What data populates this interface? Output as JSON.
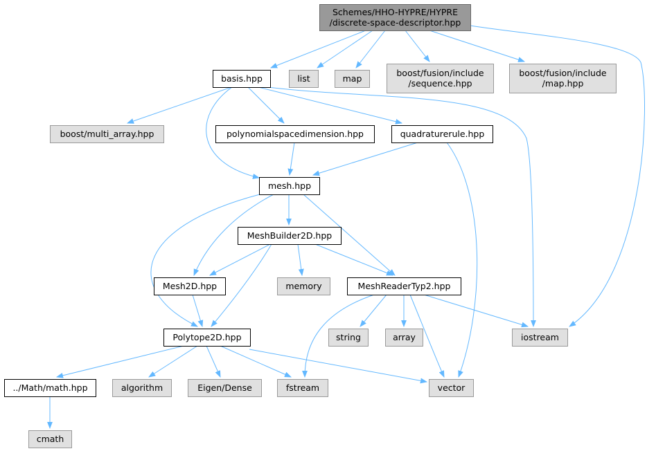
{
  "colors": {
    "edge": "#63b8ff",
    "root_fill": "#999999",
    "root_border": "#666666",
    "doc_fill": "#ffffff",
    "doc_border": "#000000",
    "ext_fill": "#e0e0e0",
    "ext_border": "#999999"
  },
  "nodes": [
    {
      "id": "root",
      "kind": "root",
      "lines": [
        "Schemes/HHO-HYPRE/HYPRE",
        "/discrete-space-descriptor.hpp"
      ]
    },
    {
      "id": "basis",
      "kind": "doc",
      "lines": [
        "basis.hpp"
      ]
    },
    {
      "id": "list",
      "kind": "ext",
      "lines": [
        "list"
      ]
    },
    {
      "id": "map",
      "kind": "ext",
      "lines": [
        "map"
      ]
    },
    {
      "id": "fusion_seq",
      "kind": "ext",
      "lines": [
        "boost/fusion/include",
        "/sequence.hpp"
      ]
    },
    {
      "id": "fusion_map",
      "kind": "ext",
      "lines": [
        "boost/fusion/include",
        "/map.hpp"
      ]
    },
    {
      "id": "multi_array",
      "kind": "ext",
      "lines": [
        "boost/multi_array.hpp"
      ]
    },
    {
      "id": "polydim",
      "kind": "doc",
      "lines": [
        "polynomialspacedimension.hpp"
      ]
    },
    {
      "id": "quadrule",
      "kind": "doc",
      "lines": [
        "quadraturerule.hpp"
      ]
    },
    {
      "id": "mesh",
      "kind": "doc",
      "lines": [
        "mesh.hpp"
      ]
    },
    {
      "id": "meshbuilder",
      "kind": "doc",
      "lines": [
        "MeshBuilder2D.hpp"
      ]
    },
    {
      "id": "mesh2d",
      "kind": "doc",
      "lines": [
        "Mesh2D.hpp"
      ]
    },
    {
      "id": "memory",
      "kind": "ext",
      "lines": [
        "memory"
      ]
    },
    {
      "id": "meshreader",
      "kind": "doc",
      "lines": [
        "MeshReaderTyp2.hpp"
      ]
    },
    {
      "id": "string",
      "kind": "ext",
      "lines": [
        "string"
      ]
    },
    {
      "id": "array",
      "kind": "ext",
      "lines": [
        "array"
      ]
    },
    {
      "id": "iostream",
      "kind": "ext",
      "lines": [
        "iostream"
      ]
    },
    {
      "id": "polytope",
      "kind": "doc",
      "lines": [
        "Polytope2D.hpp"
      ]
    },
    {
      "id": "mathhpp",
      "kind": "doc",
      "lines": [
        "../Math/math.hpp"
      ]
    },
    {
      "id": "algorithm",
      "kind": "ext",
      "lines": [
        "algorithm"
      ]
    },
    {
      "id": "eigen",
      "kind": "ext",
      "lines": [
        "Eigen/Dense"
      ]
    },
    {
      "id": "fstream",
      "kind": "ext",
      "lines": [
        "fstream"
      ]
    },
    {
      "id": "vector",
      "kind": "ext",
      "lines": [
        "vector"
      ]
    },
    {
      "id": "cmath",
      "kind": "ext",
      "lines": [
        "cmath"
      ]
    }
  ],
  "edges": [
    [
      "root",
      "basis"
    ],
    [
      "root",
      "list"
    ],
    [
      "root",
      "map"
    ],
    [
      "root",
      "fusion_seq"
    ],
    [
      "root",
      "fusion_map"
    ],
    [
      "root",
      "iostream"
    ],
    [
      "basis",
      "multi_array"
    ],
    [
      "basis",
      "polydim"
    ],
    [
      "basis",
      "quadrule"
    ],
    [
      "basis",
      "mesh"
    ],
    [
      "basis",
      "iostream"
    ],
    [
      "polydim",
      "mesh"
    ],
    [
      "quadrule",
      "mesh"
    ],
    [
      "quadrule",
      "vector"
    ],
    [
      "mesh",
      "meshbuilder"
    ],
    [
      "mesh",
      "mesh2d"
    ],
    [
      "mesh",
      "meshreader"
    ],
    [
      "mesh",
      "polytope"
    ],
    [
      "meshbuilder",
      "mesh2d"
    ],
    [
      "meshbuilder",
      "memory"
    ],
    [
      "meshbuilder",
      "meshreader"
    ],
    [
      "meshbuilder",
      "polytope"
    ],
    [
      "mesh2d",
      "polytope"
    ],
    [
      "meshreader",
      "string"
    ],
    [
      "meshreader",
      "array"
    ],
    [
      "meshreader",
      "iostream"
    ],
    [
      "meshreader",
      "fstream"
    ],
    [
      "meshreader",
      "vector"
    ],
    [
      "polytope",
      "mathhpp"
    ],
    [
      "polytope",
      "algorithm"
    ],
    [
      "polytope",
      "eigen"
    ],
    [
      "polytope",
      "fstream"
    ],
    [
      "polytope",
      "vector"
    ],
    [
      "mathhpp",
      "cmath"
    ]
  ]
}
